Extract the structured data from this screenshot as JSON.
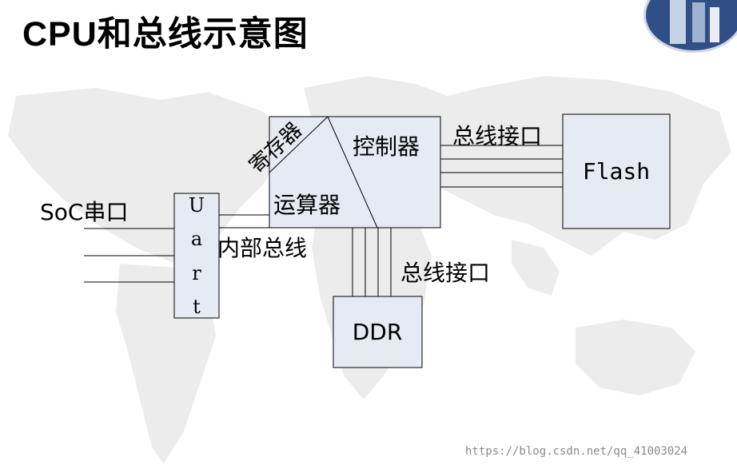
{
  "title": "CPU和总线示意图",
  "watermark": "https://blog.csdn.net/qq_41003024",
  "labels": {
    "soc_port": "SoC串口",
    "uart": [
      "U",
      "a",
      "r",
      "t"
    ],
    "register": "寄存器",
    "controller": "控制器",
    "alu": "运算器",
    "internal_bus": "内部总线",
    "bus_interface_top": "总线接口",
    "bus_interface_bottom": "总线接口",
    "flash": "Flash",
    "ddr": "DDR"
  },
  "colors": {
    "box_fill": "#e6ebf3",
    "line": "#000000",
    "map": "#ececec"
  },
  "icons": {
    "badge": "presentation-logo-badge"
  }
}
